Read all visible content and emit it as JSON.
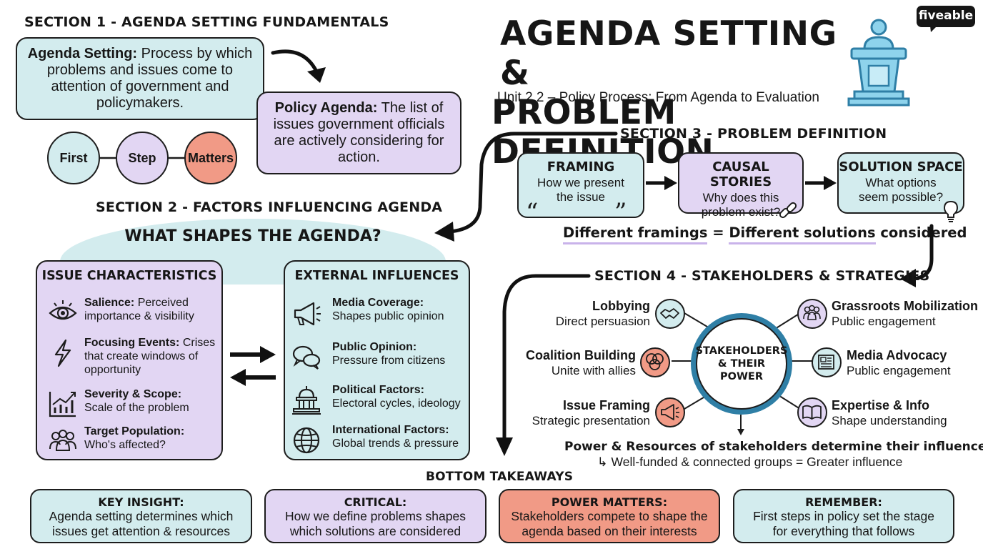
{
  "brand": "fiveable",
  "title_line1": "AGENDA SETTING &",
  "title_line2": "PROBLEM DEFINITION",
  "subtitle": "Unit 2.2 – Policy Process: From Agenda to Evaluation",
  "section1": {
    "header": "SECTION 1 - AGENDA SETTING FUNDAMENTALS",
    "agenda_setting": {
      "term": "Agenda Setting:",
      "def": "Process by which problems and issues come to attention of government and policymakers."
    },
    "policy_agenda": {
      "term": "Policy Agenda:",
      "def": "The list of issues government officials are actively considering for action."
    },
    "circles": [
      "First",
      "Step",
      "Matters"
    ]
  },
  "section2": {
    "header": "SECTION 2 - FACTORS INFLUENCING AGENDA",
    "banner": "WHAT SHAPES THE AGENDA?",
    "issue_panel": {
      "title": "ISSUE CHARACTERISTICS",
      "items": [
        {
          "term": "Salience:",
          "desc": "Perceived importance & visibility",
          "icon": "eye-icon"
        },
        {
          "term": "Focusing Events:",
          "desc": "Crises that create windows of opportunity",
          "icon": "lightning-icon"
        },
        {
          "term": "Severity & Scope:",
          "desc": "Scale of the problem",
          "icon": "chart-icon"
        },
        {
          "term": "Target Population:",
          "desc": "Who's affected?",
          "icon": "people-icon"
        }
      ]
    },
    "external_panel": {
      "title": "EXTERNAL INFLUENCES",
      "items": [
        {
          "term": "Media Coverage:",
          "desc": "Shapes public opinion",
          "icon": "megaphone-icon"
        },
        {
          "term": "Public Opinion:",
          "desc": "Pressure from citizens",
          "icon": "speech-bubbles-icon"
        },
        {
          "term": "Political Factors:",
          "desc": "Electoral cycles, ideology",
          "icon": "capitol-icon"
        },
        {
          "term": "International Factors:",
          "desc": "Global trends & pressure",
          "icon": "globe-icon"
        }
      ]
    }
  },
  "section3": {
    "header": "SECTION 3 - PROBLEM DEFINITION",
    "boxes": [
      {
        "title": "FRAMING",
        "desc": "How we present the issue",
        "icon": "quote-icon"
      },
      {
        "title": "CAUSAL STORIES",
        "desc": "Why does this problem exist?",
        "icon": "link-icon"
      },
      {
        "title": "SOLUTION SPACE",
        "desc": "What options seem possible?",
        "icon": "lightbulb-icon"
      }
    ],
    "statement_a": "Different framings",
    "statement_eq": "=",
    "statement_b": "Different solutions",
    "statement_c": "considered"
  },
  "section4": {
    "header": "SECTION 4 - STAKEHOLDERS & STRATEGIES",
    "hub_line1": "STAKEHOLDERS",
    "hub_line2": "& THEIR",
    "hub_line3": "POWER",
    "left": [
      {
        "title": "Lobbying",
        "desc": "Direct persuasion",
        "icon": "handshake-icon"
      },
      {
        "title": "Coalition Building",
        "desc": "Unite with allies",
        "icon": "venn-icon"
      },
      {
        "title": "Issue Framing",
        "desc": "Strategic presentation",
        "icon": "megaphone-icon"
      }
    ],
    "right": [
      {
        "title": "Grassroots Mobilization",
        "desc": "Public engagement",
        "icon": "group-icon"
      },
      {
        "title": "Media Advocacy",
        "desc": "Public engagement",
        "icon": "newspaper-icon"
      },
      {
        "title": "Expertise & Info",
        "desc": "Shape understanding",
        "icon": "book-icon"
      }
    ],
    "power_line": "Power & Resources of stakeholders determine their influence",
    "power_sub": "Well-funded & connected groups = Greater influence"
  },
  "takeaways": {
    "header": "BOTTOM TAKEAWAYS",
    "cards": [
      {
        "title": "KEY INSIGHT:",
        "desc": "Agenda setting determines which issues get attention & resources"
      },
      {
        "title": "CRITICAL:",
        "desc": "How we define problems shapes which solutions are considered"
      },
      {
        "title": "POWER MATTERS:",
        "desc": "Stakeholders compete to shape the agenda based on their interests"
      },
      {
        "title": "REMEMBER:",
        "desc": "First steps in policy set the stage for everything that follows"
      }
    ]
  },
  "colors": {
    "teal": "#d3ecee",
    "purple": "#e2d6f3",
    "salmon": "#f19a86",
    "hub_ring": "#2f7fa6"
  }
}
